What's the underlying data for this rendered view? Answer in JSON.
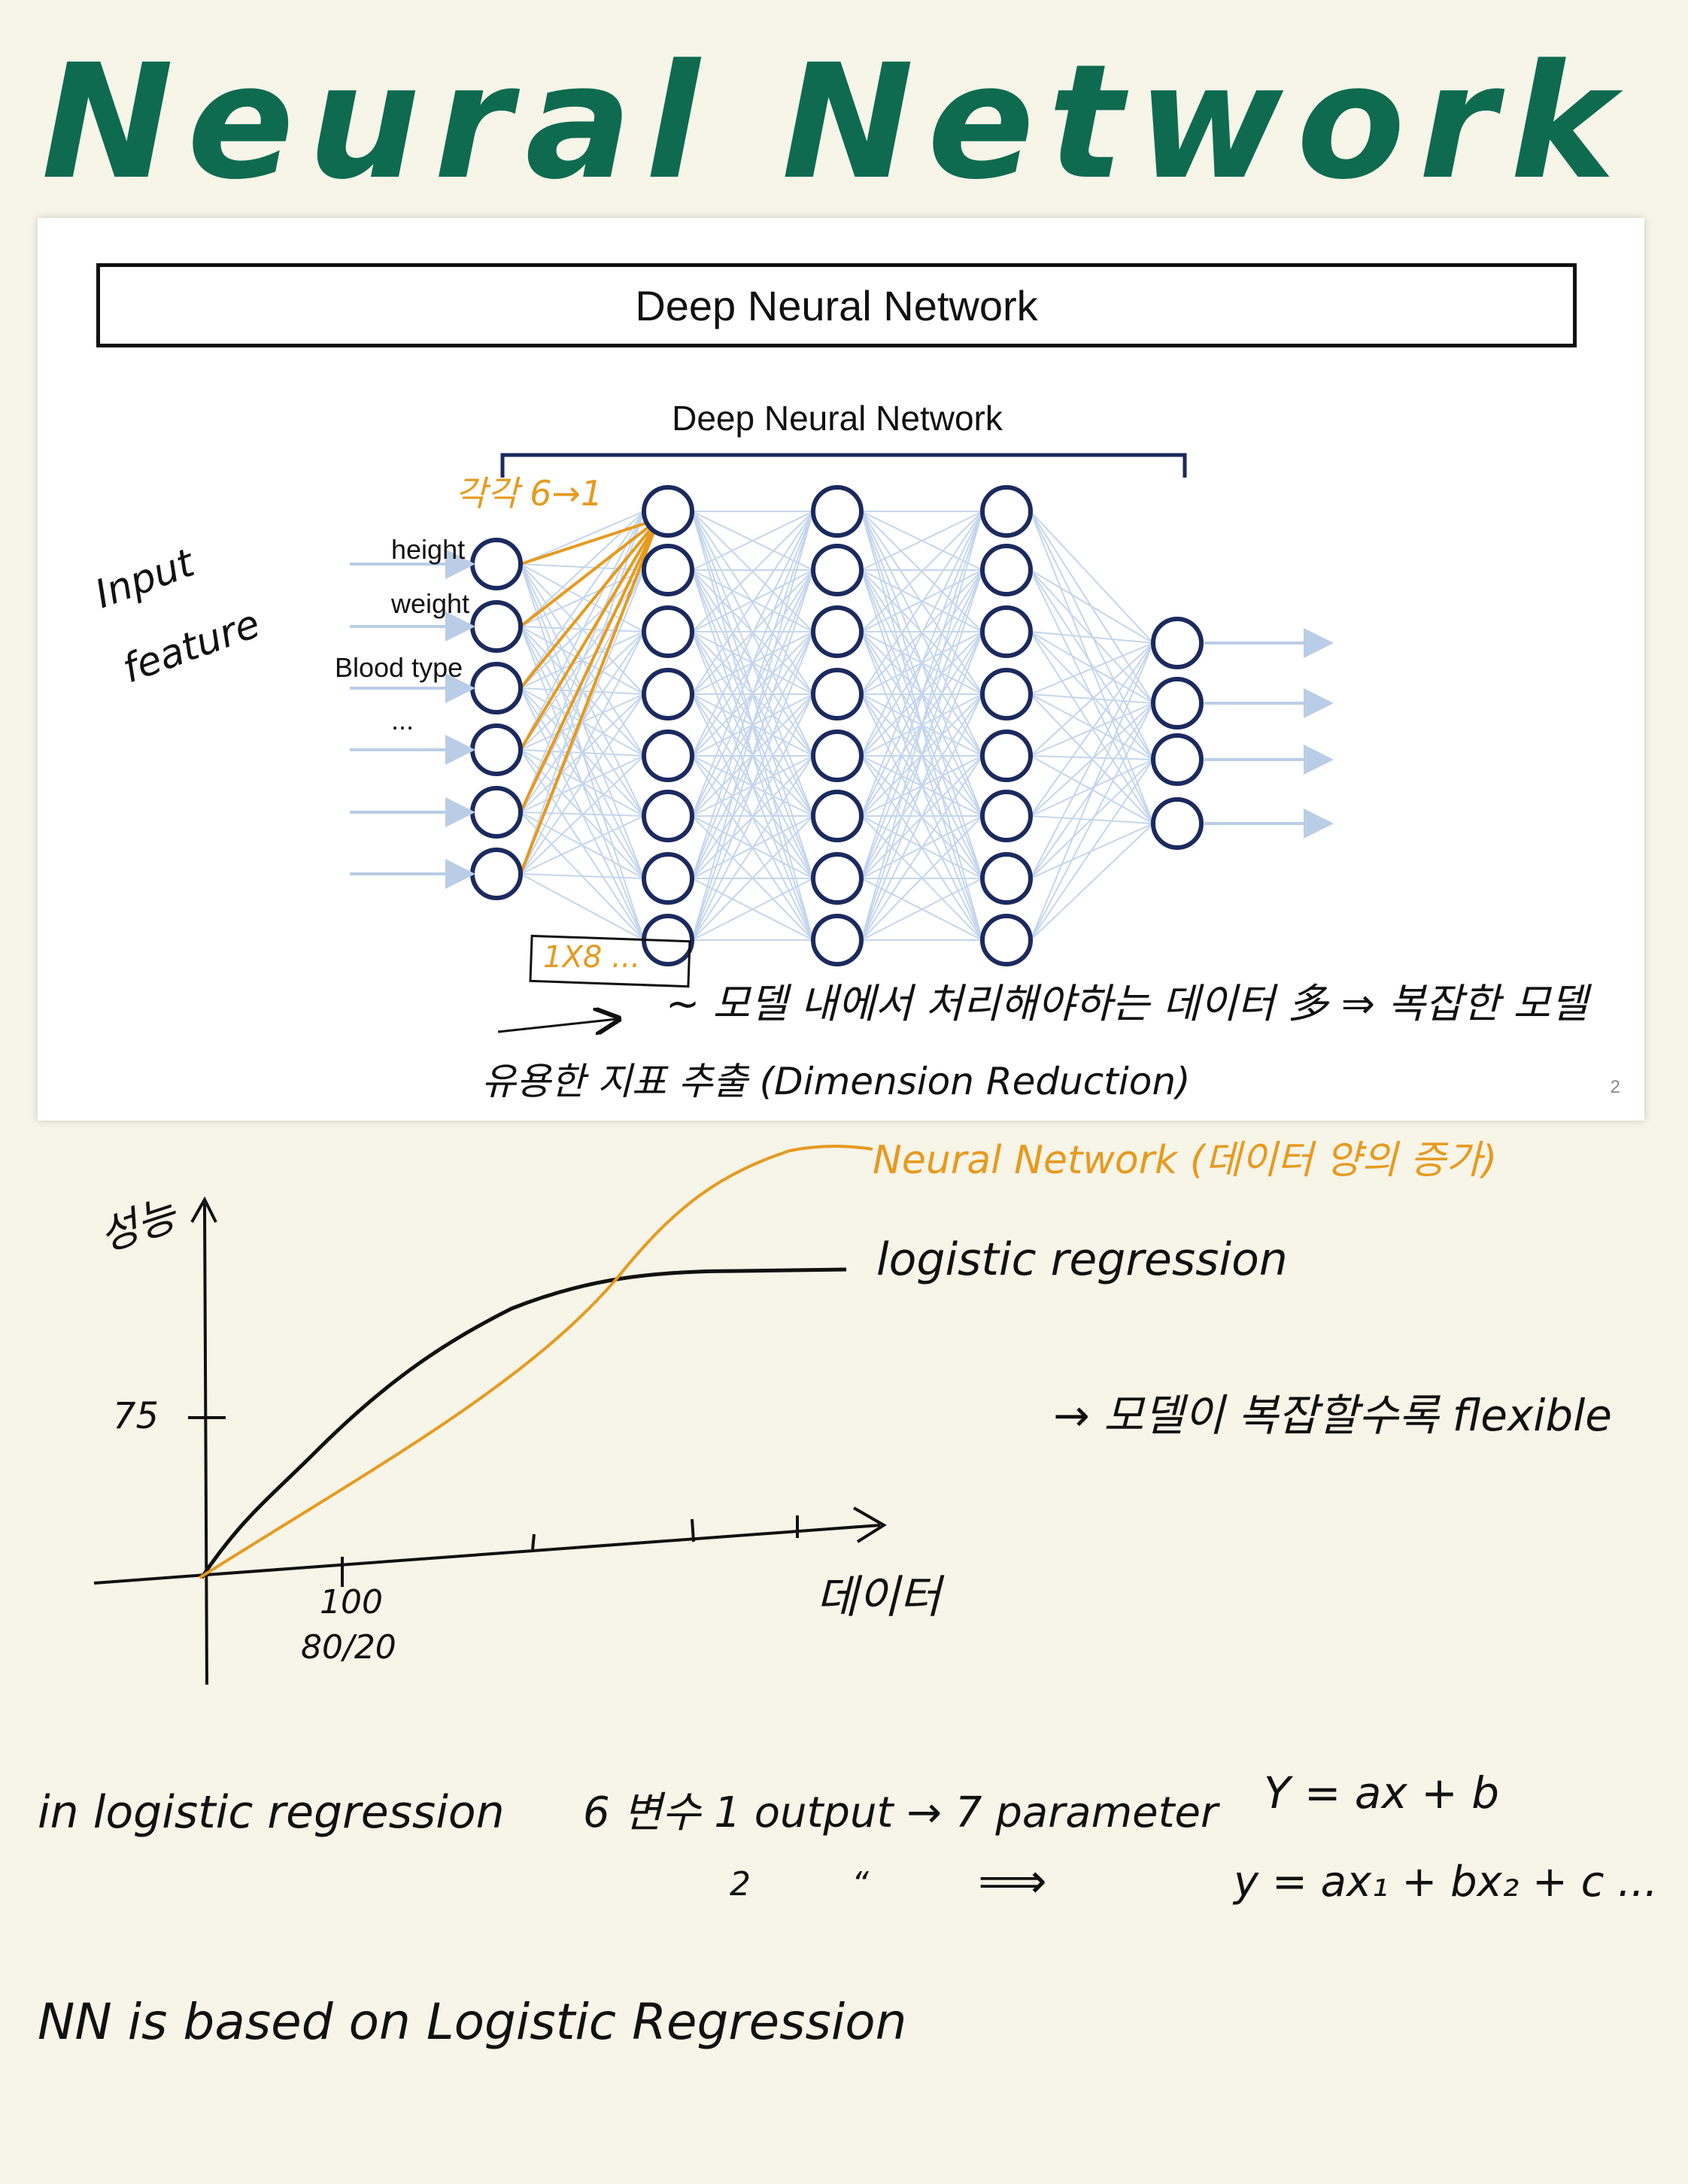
{
  "page": {
    "title": "Neural Network"
  },
  "slide": {
    "header": "Deep Neural Network",
    "diagram_label": "Deep Neural Network",
    "page_number": "2",
    "input_labels": [
      "height",
      "weight",
      "Blood type",
      "..."
    ],
    "layers": [
      6,
      8,
      8,
      8,
      4
    ]
  },
  "notes": {
    "input_feature_1": "Input",
    "input_feature_2": "feature",
    "each_6_to_1": "각각 6→1",
    "box_1x8": "1X8 ...",
    "complex_model": "~ 모델 내에서 처리해야하는 데이터 多 ⇒ 복잡한 모델",
    "dimension_reduction": "유용한 지표 추출 (Dimension Reduction)"
  },
  "graph": {
    "ylabel": "성능",
    "xlabel": "데이터",
    "y_tick": "75",
    "x_tick_1": "100",
    "x_tick_2": "80/20",
    "nn_label": "Neural Network (데이터 양의 증가)",
    "lr_label": "logistic regression",
    "flexible_note": "→ 모델이 복잡할수록 flexible",
    "colors": {
      "nn": "#e69a1f",
      "lr": "#111111"
    }
  },
  "bottom": {
    "line1_a": "in logistic regression",
    "line1_b": "6 변수 1 output → 7 parameter",
    "line1_c": "Y = ax + b",
    "line2_a": "2 “",
    "line2_b": "⟹",
    "line2_c": "y = ax₁ + bx₂ + c ...",
    "line3": "NN is based on Logistic Regression"
  }
}
